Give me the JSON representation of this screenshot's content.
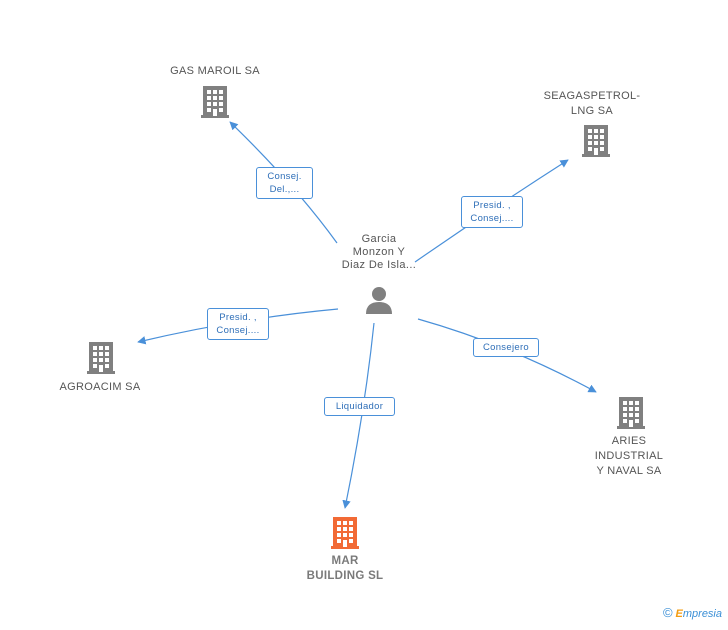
{
  "center": {
    "label": "Garcia\nMonzon Y\nDiaz De Isla..."
  },
  "companies": [
    {
      "id": "gas-maroil",
      "label": "GAS MAROIL SA",
      "main": false
    },
    {
      "id": "seagaspetrol",
      "label": "SEAGASPETROL-\nLNG SA",
      "main": false
    },
    {
      "id": "agroacim",
      "label": "AGROACIM SA",
      "main": false
    },
    {
      "id": "aries",
      "label": "ARIES\nINDUSTRIAL\nY NAVAL SA",
      "main": false
    },
    {
      "id": "mar-building",
      "label": "MAR\nBUILDING SL",
      "main": true
    }
  ],
  "edges": [
    {
      "target": "gas-maroil",
      "label": "Consej.\nDel.,..."
    },
    {
      "target": "seagaspetrol",
      "label": "Presid. ,\nConsej...."
    },
    {
      "target": "agroacim",
      "label": "Presid. ,\nConsej...."
    },
    {
      "target": "aries",
      "label": "Consejero"
    },
    {
      "target": "mar-building",
      "label": "Liquidador"
    }
  ],
  "colors": {
    "edge": "#4a90d9",
    "building": "#808080",
    "building_main": "#f26a35",
    "person": "#808080"
  },
  "footer": {
    "copyright_symbol": "©",
    "brand_initial": "E",
    "brand_rest": "mpresia"
  }
}
